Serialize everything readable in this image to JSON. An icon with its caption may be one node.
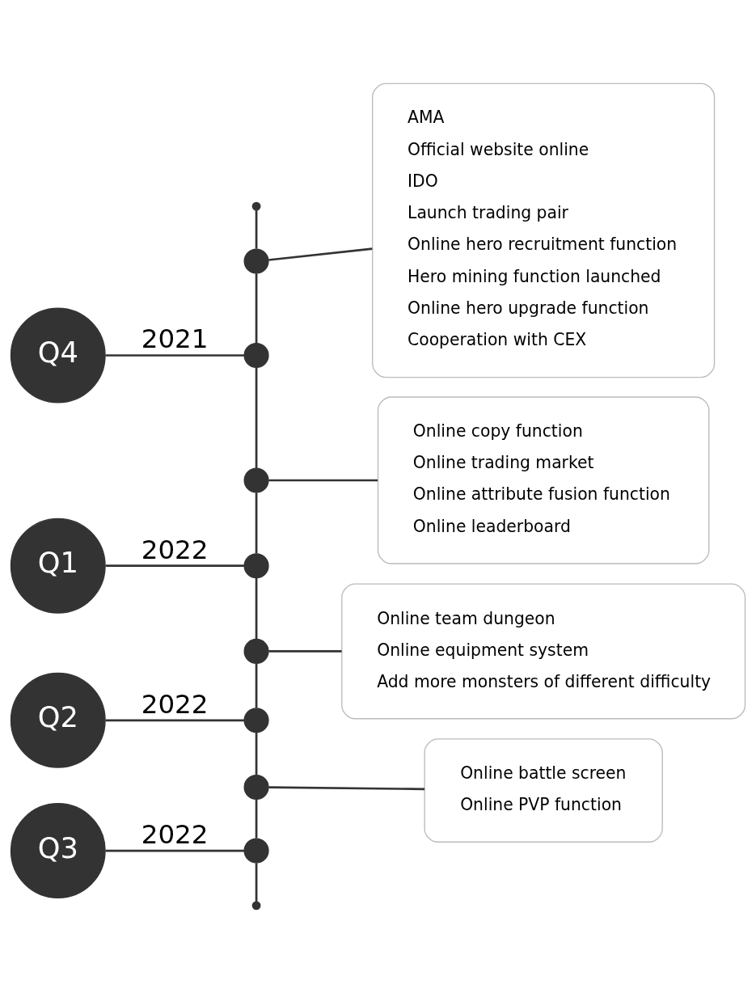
{
  "diagram": {
    "nodes": [
      {
        "text": [],
        "shape": "circle"
      },
      {
        "text": [],
        "shape": "circle"
      },
      {
        "text": [
          "AMA",
          "Official website online",
          "IDO",
          "Launch trading pair",
          "Online hero recruitment function",
          "Hero mining function launched",
          "Online hero upgrade function",
          "Cooperation with CEX"
        ]
      },
      {
        "text": [
          "Q4"
        ]
      },
      {
        "text": [],
        "shape": "circle"
      },
      {
        "text": [],
        "shape": "circle"
      },
      {
        "text": [
          "Online copy function",
          "Online trading market",
          "Online attribute fusion function",
          "Online leaderboard"
        ]
      },
      {
        "text": [
          "Q1"
        ]
      },
      {
        "text": [],
        "shape": "circle"
      },
      {
        "text": [],
        "shape": "circle"
      },
      {
        "text": [
          "Online team dungeon",
          "Online equipment system",
          "Add more monsters of different difficulty"
        ]
      },
      {
        "text": [
          "Q2"
        ]
      },
      {
        "text": [],
        "shape": "circle"
      },
      {
        "text": [],
        "shape": "circle"
      },
      {
        "text": [
          "Online battle screen",
          "Online PVP function"
        ]
      },
      {
        "text": [
          "Q3"
        ]
      },
      {
        "text": [],
        "shape": "circle"
      },
      {
        "text": [],
        "shape": "circle"
      }
    ],
    "edges": [
      {
        "from": 0,
        "to": 1,
        "arrow": "none"
      },
      {
        "from": 1,
        "to": 2,
        "arrow": "none"
      },
      {
        "from": 3,
        "to": 4,
        "arrow": "none",
        "label": "2021"
      },
      {
        "from": 1,
        "to": 4,
        "arrow": "none"
      },
      {
        "from": 4,
        "to": 5,
        "arrow": "none"
      },
      {
        "from": 5,
        "to": 6,
        "arrow": "none"
      },
      {
        "from": 7,
        "to": 8,
        "arrow": "none",
        "label": "2022"
      },
      {
        "from": 5,
        "to": 8,
        "arrow": "none"
      },
      {
        "from": 8,
        "to": 9,
        "arrow": "none"
      },
      {
        "from": 9,
        "to": 10,
        "arrow": "none"
      },
      {
        "from": 11,
        "to": 12,
        "arrow": "none",
        "label": "2022"
      },
      {
        "from": 9,
        "to": 12,
        "arrow": "none"
      },
      {
        "from": 12,
        "to": 13,
        "arrow": "none"
      },
      {
        "from": 13,
        "to": 14,
        "arrow": "none"
      },
      {
        "from": 15,
        "to": 16,
        "arrow": "none",
        "label": "2022"
      },
      {
        "from": 13,
        "to": 16,
        "arrow": "none"
      },
      {
        "from": 16,
        "to": 17,
        "arrow": "none"
      }
    ]
  }
}
